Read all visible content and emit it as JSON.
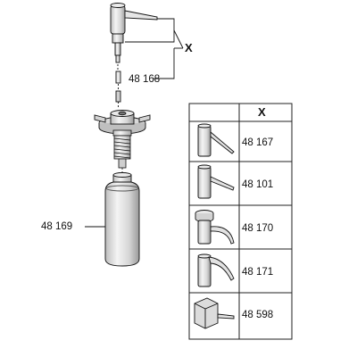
{
  "callouts": {
    "x_marker": "X",
    "spring_part": "48 168",
    "bottle_part": "48 169"
  },
  "variants_table": {
    "header": "X",
    "rows": [
      {
        "part_number": "48 167",
        "icon": "straight-spout-tall-pump-icon"
      },
      {
        "part_number": "48 101",
        "icon": "straight-spout-short-pump-icon"
      },
      {
        "part_number": "48 170",
        "icon": "curved-spout-funnel-pump-icon"
      },
      {
        "part_number": "48 171",
        "icon": "curved-spout-pump-icon"
      },
      {
        "part_number": "48 598",
        "icon": "square-head-pump-icon"
      }
    ]
  },
  "colors": {
    "line": "#111111",
    "part_light": "#f2f2f2",
    "part_mid": "#cfcfcf",
    "part_dark": "#8a8a8a",
    "table_border": "#222222"
  }
}
